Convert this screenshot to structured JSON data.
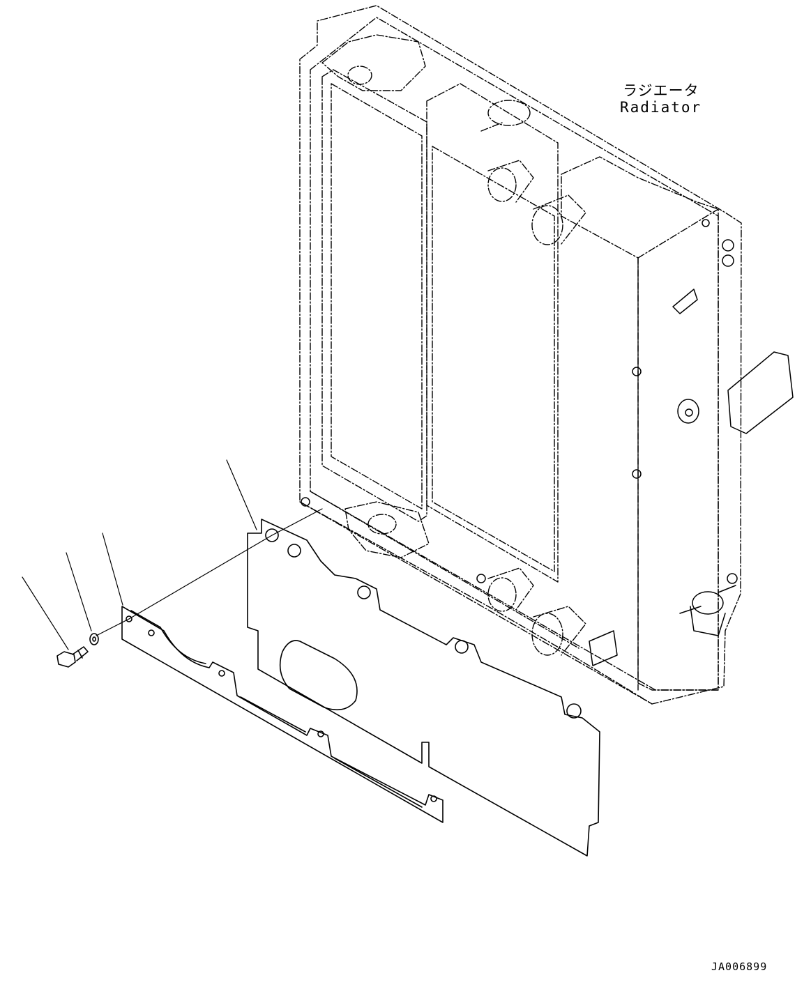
{
  "labels": {
    "radiator_jp": "ラジエータ",
    "radiator_en": "Radiator"
  },
  "drawing_id": "JA006899",
  "colors": {
    "line": "#000000",
    "background": "#ffffff"
  }
}
